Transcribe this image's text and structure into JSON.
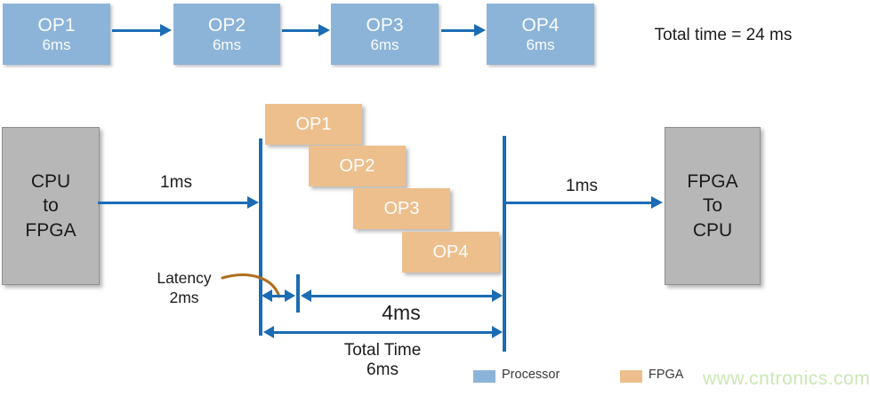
{
  "title": "CPU vs FPGA pipelining timing diagram",
  "colors": {
    "processor_blue": "#8cb4d8",
    "fpga_orange": "#edbf8d",
    "gray_box": "#b7b7b7",
    "arrow_blue": "#1b6cb4",
    "callout_brown": "#af6e1f",
    "watermark_green": "#cbe8b4"
  },
  "sequential": {
    "ops": [
      {
        "label": "OP1",
        "time": "6ms"
      },
      {
        "label": "OP2",
        "time": "6ms"
      },
      {
        "label": "OP3",
        "time": "6ms"
      },
      {
        "label": "OP4",
        "time": "6ms"
      }
    ],
    "total_label": "Total time = 24 ms"
  },
  "pipeline": {
    "input_box": {
      "line1": "CPU",
      "line2": "to",
      "line3": "FPGA"
    },
    "input_arrow_label": "1ms",
    "ops": [
      {
        "label": "OP1"
      },
      {
        "label": "OP2"
      },
      {
        "label": "OP3"
      },
      {
        "label": "OP4"
      }
    ],
    "output_arrow_label": "1ms",
    "output_box": {
      "line1": "FPGA",
      "line2": "To",
      "line3": "CPU"
    },
    "latency": {
      "line1": "Latency",
      "line2": "2ms"
    },
    "span_4ms_label": "4ms",
    "total": {
      "line1": "Total Time",
      "line2": "6ms"
    }
  },
  "legend": {
    "items": [
      {
        "label": "Processor",
        "color": "#8cb4d8"
      },
      {
        "label": "FPGA",
        "color": "#edbf8d"
      }
    ]
  },
  "watermark": "www.cntronics.com"
}
